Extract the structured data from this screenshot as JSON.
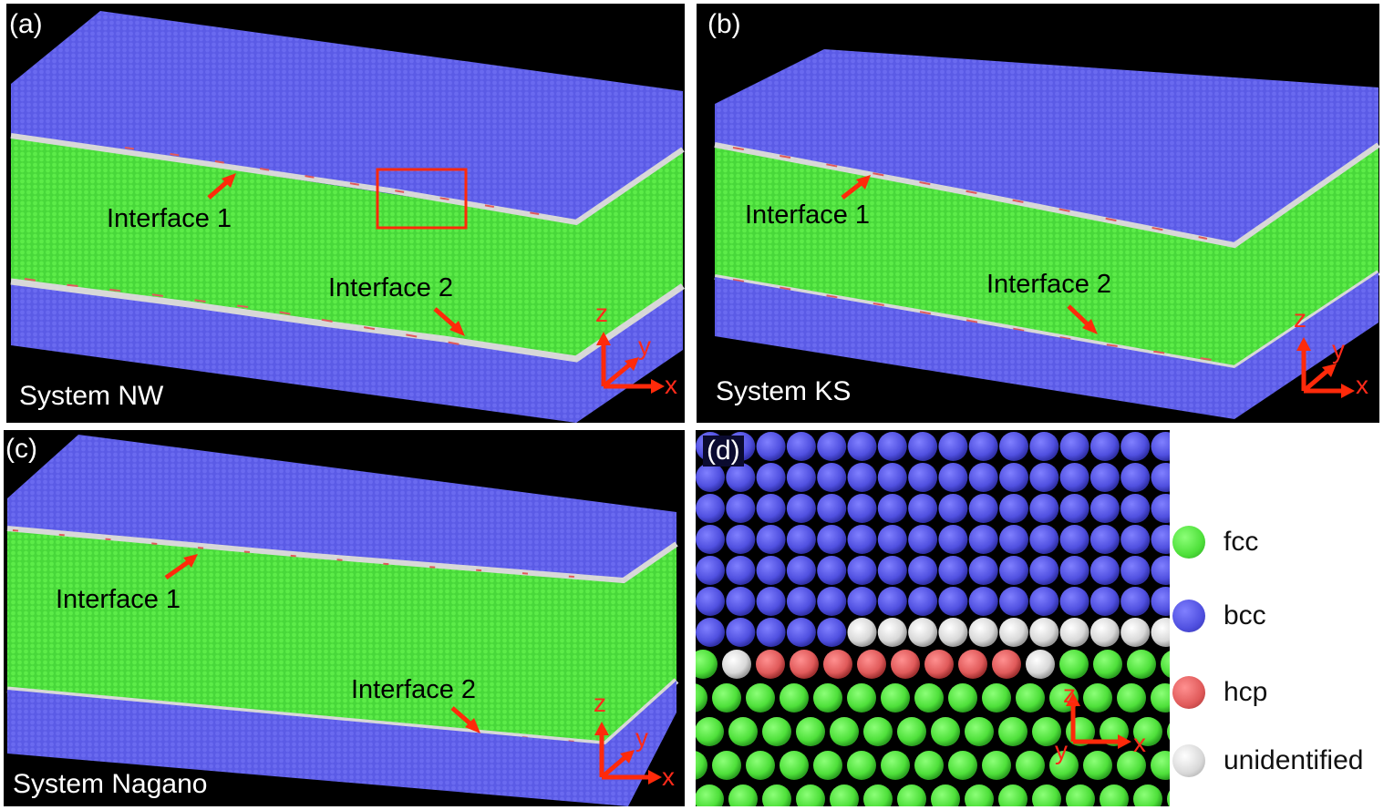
{
  "figure": {
    "panels": [
      {
        "id": "a",
        "label": "(a)",
        "system": "System NW",
        "interface1": "Interface 1",
        "interface2": "Interface 2",
        "highlight_box": true
      },
      {
        "id": "b",
        "label": "(b)",
        "system": "System KS",
        "interface1": "Interface 1",
        "interface2": "Interface 2"
      },
      {
        "id": "c",
        "label": "(c)",
        "system": "System Nagano",
        "interface1": "Interface 1",
        "interface2": "Interface 2"
      },
      {
        "id": "d",
        "label": "(d)"
      }
    ],
    "axes": {
      "x": "x",
      "y": "y",
      "z": "z"
    },
    "legend": [
      {
        "label": "fcc",
        "color": "#4ee03c"
      },
      {
        "label": "bcc",
        "color": "#5656e6"
      },
      {
        "label": "hcp",
        "color": "#e45a5a"
      },
      {
        "label": "unidentified",
        "color": "#d8d8d8"
      }
    ],
    "colors": {
      "fcc": "#52e43c",
      "bcc": "#5a5ae8",
      "hcp": "#e05a5a",
      "unidentified": "#d6d6d6",
      "arrow": "#ff2a0a",
      "background": "#000000"
    }
  }
}
